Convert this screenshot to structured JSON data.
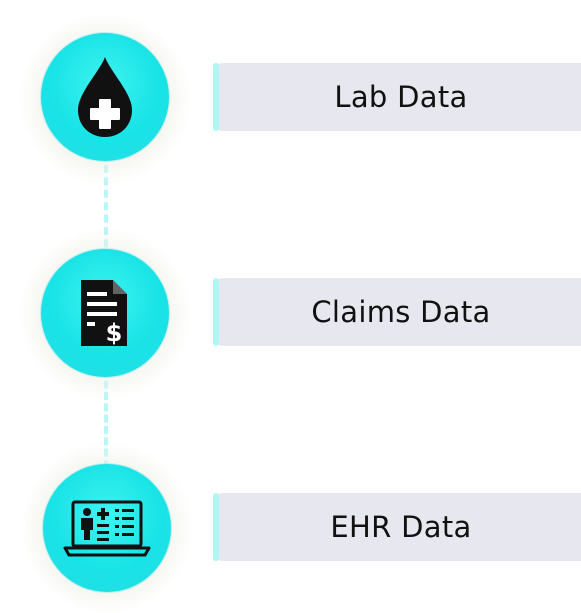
{
  "items": [
    {
      "label": "Lab Data",
      "icon": "blood-drop-cross-icon"
    },
    {
      "label": "Claims Data",
      "icon": "document-dollar-icon"
    },
    {
      "label": "EHR Data",
      "icon": "laptop-patient-record-icon"
    }
  ],
  "colors": {
    "circle": "#1ee5e8",
    "card": "#e7e8ef",
    "accent": "#aef5f4",
    "icon": "#111111"
  }
}
